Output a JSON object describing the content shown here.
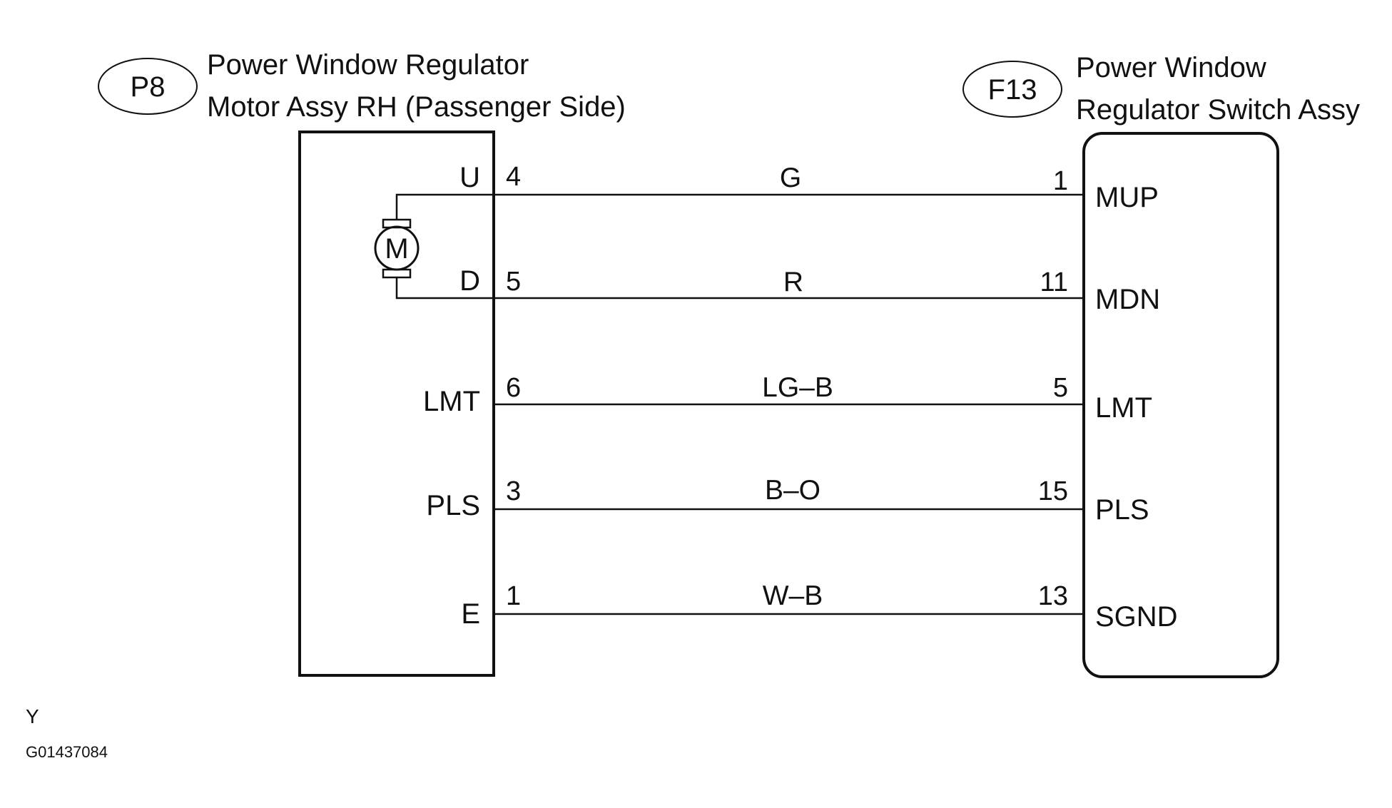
{
  "left_component": {
    "connector_id": "P8",
    "title_line1": "Power Window Regulator",
    "title_line2": "Motor Assy RH (Passenger Side)",
    "motor_symbol": "M"
  },
  "right_component": {
    "connector_id": "F13",
    "title_line1": "Power Window",
    "title_line2": "Regulator Switch Assy"
  },
  "wires": [
    {
      "left_terminal": "U",
      "left_pin": "4",
      "color_code": "G",
      "right_pin": "1",
      "right_terminal": "MUP"
    },
    {
      "left_terminal": "D",
      "left_pin": "5",
      "color_code": "R",
      "right_pin": "11",
      "right_terminal": "MDN"
    },
    {
      "left_terminal": "LMT",
      "left_pin": "6",
      "color_code": "LG–B",
      "right_pin": "5",
      "right_terminal": "LMT"
    },
    {
      "left_terminal": "PLS",
      "left_pin": "3",
      "color_code": "B–O",
      "right_pin": "15",
      "right_terminal": "PLS"
    },
    {
      "left_terminal": "E",
      "left_pin": "1",
      "color_code": "W–B",
      "right_pin": "13",
      "right_terminal": "SGND"
    }
  ],
  "footer": {
    "marker": "Y",
    "figure_code": "G01437084"
  },
  "colors": {
    "line": "#111111",
    "background": "#ffffff"
  }
}
